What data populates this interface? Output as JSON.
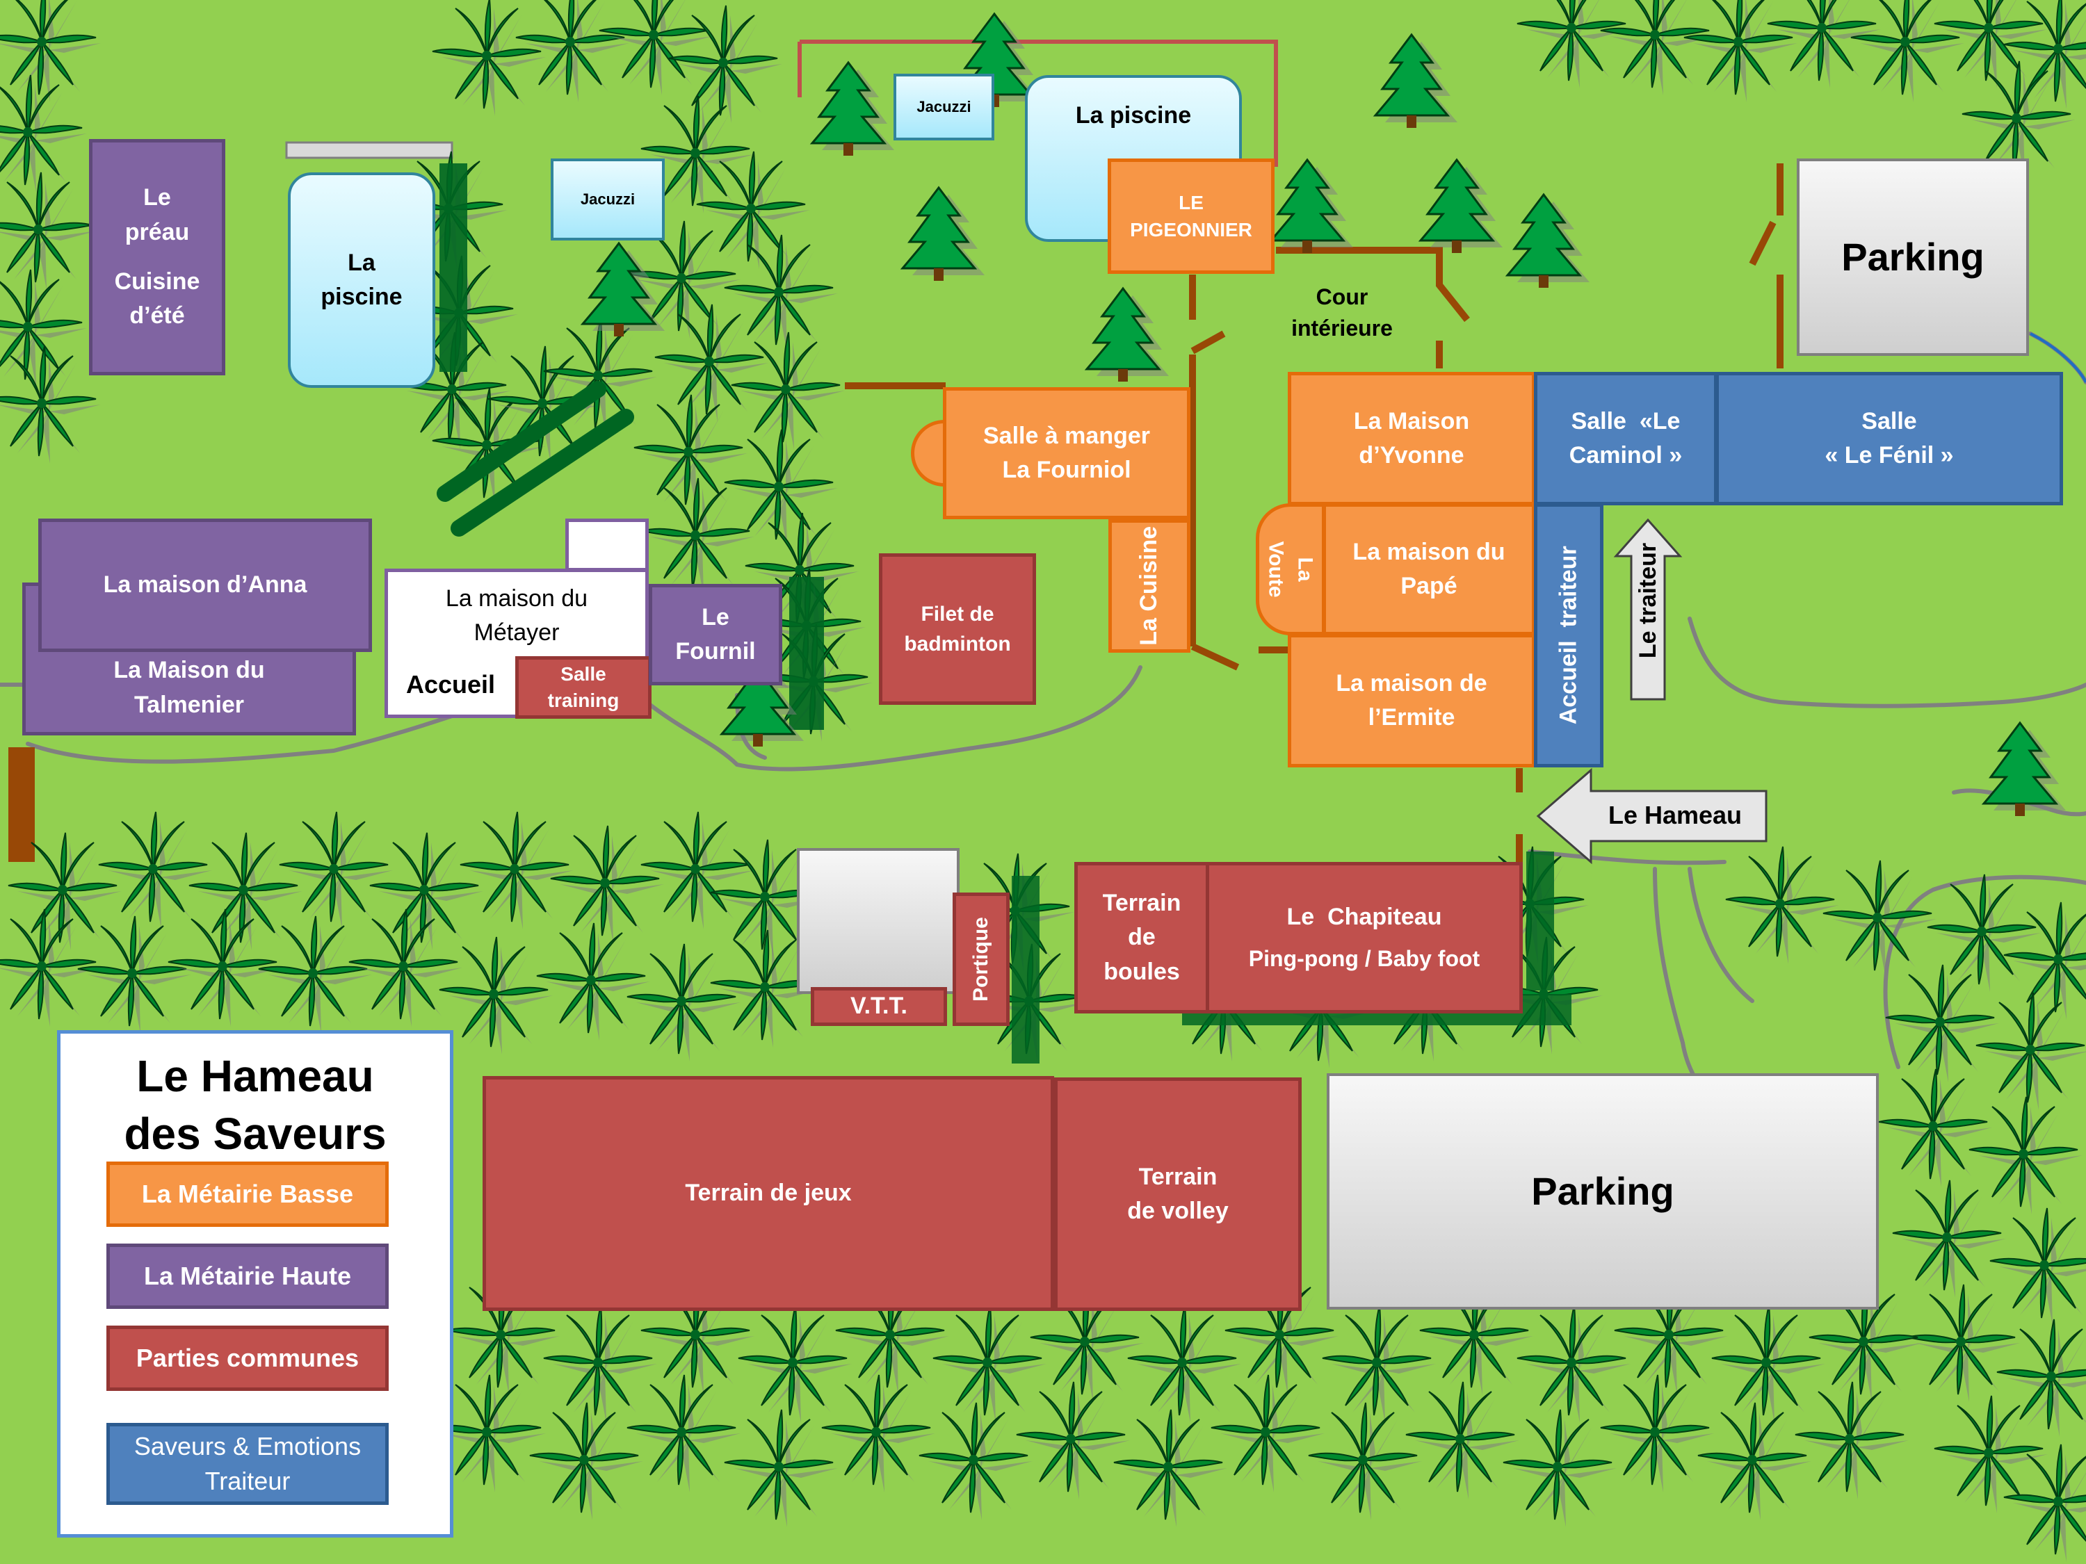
{
  "title_lines": [
    "Le Hameau",
    "des Saveurs"
  ],
  "legend": [
    {
      "label": "La Métairie Basse",
      "color": "#f79646"
    },
    {
      "label": "La Métairie Haute",
      "color": "#8064a2"
    },
    {
      "label": "Parties communes",
      "color": "#c0504d"
    },
    {
      "label_lines": [
        "Saveurs & Emotions",
        "Traiteur"
      ],
      "color": "#4f81bd"
    }
  ],
  "metairie_basse": {
    "pigeonnier": [
      "LE",
      "PIGEONNIER"
    ],
    "salle_manger": [
      "Salle à manger",
      "La Fourniol"
    ],
    "cuisine": "La Cuisine",
    "maison_yvonne": [
      "La Maison",
      "d’Yvonne"
    ],
    "voute": [
      "La",
      "Voute"
    ],
    "maison_pape": [
      "La maison du",
      "Papé"
    ],
    "maison_ermite": [
      "La maison de",
      "l’Ermite"
    ]
  },
  "metairie_haute": {
    "preau": [
      "Le",
      "préau",
      "",
      "Cuisine",
      "d’été"
    ],
    "maison_anna": "La maison d’Anna",
    "maison_talmenier": [
      "La Maison du",
      "Talmenier"
    ],
    "fournil": [
      "Le",
      "Fournil"
    ],
    "maison_metayer": [
      "La maison du",
      "Métayer"
    ],
    "accueil": "Accueil"
  },
  "parties_communes": {
    "salle_training": [
      "Salle",
      "training"
    ],
    "filet_badminton": [
      "Filet de",
      "badminton"
    ],
    "vtt": "V.T.T.",
    "portique": "Portique",
    "terrain_boules": [
      "Terrain",
      "de",
      "boules"
    ],
    "chapiteau": [
      "Le  Chapiteau",
      "Ping-pong / Baby foot"
    ],
    "terrain_jeux": "Terrain de jeux",
    "terrain_volley": [
      "Terrain",
      "de volley"
    ]
  },
  "traiteur": {
    "salle_caminol": [
      "Salle  «Le",
      "Caminol »"
    ],
    "salle_fenil": [
      "Salle",
      "« Le Fénil »"
    ],
    "accueil_traiteur": "Accueil  traiteur"
  },
  "other": {
    "piscine_left": [
      "La",
      "piscine"
    ],
    "piscine_top": "La piscine",
    "jacuzzi": "Jacuzzi",
    "cour": [
      "Cour",
      "intérieure"
    ],
    "parking": "Parking",
    "le_traiteur_arrow": "Le traiteur",
    "le_hameau_arrow": "Le Hameau"
  },
  "colors": {
    "grass": "#92d050",
    "tree": "#00b050",
    "paths": "#808080",
    "walls": "#984806"
  }
}
